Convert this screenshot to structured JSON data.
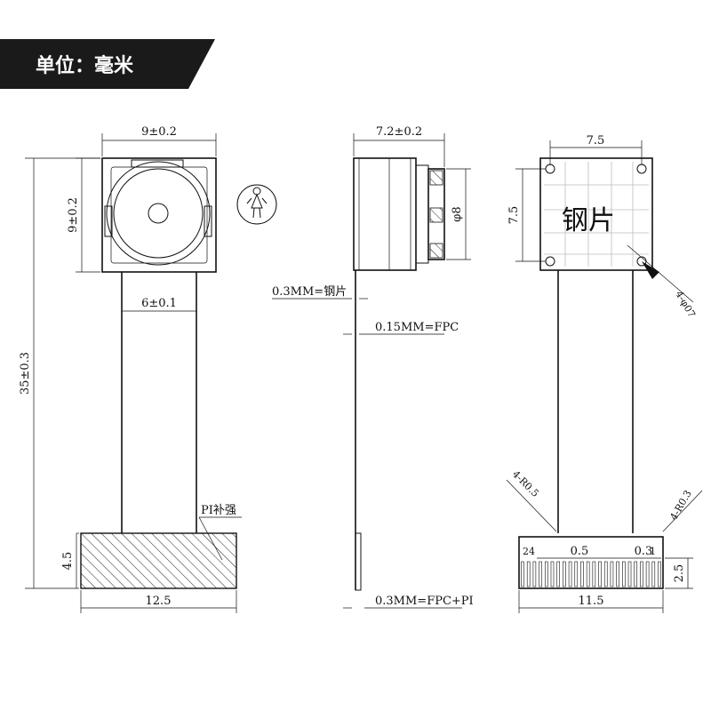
{
  "banner": {
    "text": "单位：毫米",
    "bg": "#1a1a1a"
  },
  "front_view": {
    "width_label": "9±0.2",
    "height_label": "9±0.2",
    "fpc_width_label": "6±0.1",
    "total_length_label": "35±0.3",
    "stiffener_label": "PI补强",
    "stiffener_height_label": "4.5",
    "stiffener_width_label": "12.5",
    "icon": "female-symbol-icon"
  },
  "side_view": {
    "depth_label": "7.2±0.2",
    "diameter_label": "φ8",
    "steel_label": "0.3MM=钢片",
    "fpc_label": "0.15MM=FPC",
    "fpc_pi_label": "0.3MM=FPC+PI"
  },
  "back_view": {
    "pitch_label": "7.5",
    "height_label": "7.5",
    "steel_text": "钢片",
    "hole_label": "4-φ07",
    "radius_left_label": "4-R0.5",
    "radius_right_label": "4-R0.3",
    "pad_pitch_label": "0.5",
    "pad_width_label": "0.3",
    "pin_first_label": "24",
    "pin_last_label": "1",
    "connector_height_label": "2.5",
    "connector_width_label": "11.5"
  }
}
